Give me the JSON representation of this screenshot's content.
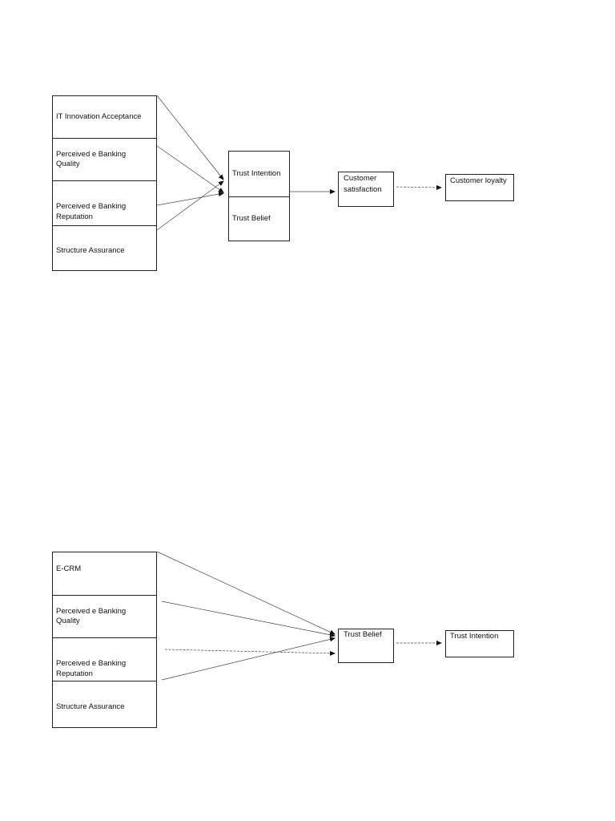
{
  "diagram1": {
    "left_stack": [
      "IT Innovation Acceptance",
      "Perceived e Banking\nQuality",
      "Perceived e Banking\nReputation",
      "Structure Assurance"
    ],
    "trust_stack": [
      "Trust Intention",
      "Trust Belief"
    ],
    "satisfaction": "Customer\nsatisfaction",
    "loyalty": "Customer loyalty"
  },
  "diagram2": {
    "left_stack": [
      "E-CRM",
      "Perceived e Banking\nQuality",
      "Perceived e Banking\nReputation",
      "Structure Assurance"
    ],
    "trust_belief": "Trust Belief",
    "trust_intention": "Trust Intention"
  }
}
